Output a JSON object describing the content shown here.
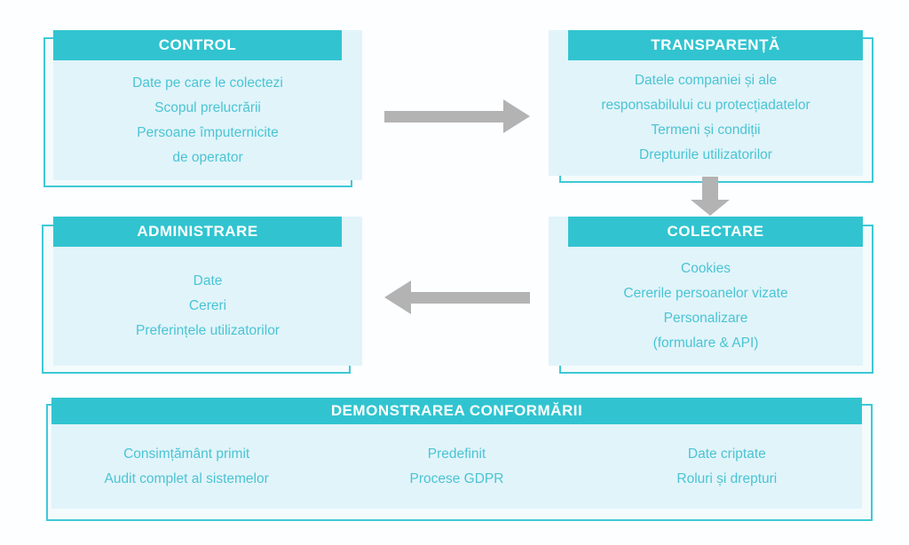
{
  "colors": {
    "teal": "#31c4d0",
    "fill": "#e1f4fa",
    "outline": "#3ec9d6",
    "outline_bg": "#f4fbfd",
    "arrow": "#b3b3b3",
    "text": "#4ac4d3",
    "header_text": "#ffffff",
    "bg": "#fdfeff"
  },
  "boxes": {
    "control": {
      "title": "CONTROL",
      "lines": [
        "Date pe care le colectezi",
        "Scopul prelucrării",
        "Persoane împuternicite",
        "de operator"
      ]
    },
    "transparenta": {
      "title": "TRANSPARENȚĂ",
      "lines": [
        "Datele companiei și ale",
        "responsabilului cu protecțiadatelor",
        "Termeni și condiții",
        "Drepturile utilizatorilor"
      ]
    },
    "administrare": {
      "title": "ADMINISTRARE",
      "lines": [
        "Date",
        "Cereri",
        "Preferințele utilizatorilor"
      ]
    },
    "colectare": {
      "title": "COLECTARE",
      "lines": [
        "Cookies",
        "Cererile persoanelor vizate",
        "Personalizare",
        "(formulare & API)"
      ]
    },
    "demonstrarea": {
      "title": "DEMONSTRAREA CONFORMĂRII",
      "columns": [
        {
          "lines": [
            "Consimțământ primit",
            "Audit complet al sistemelor"
          ]
        },
        {
          "lines": [
            "Predefinit",
            "Procese GDPR"
          ]
        },
        {
          "lines": [
            "Date criptate",
            "Roluri și drepturi"
          ]
        }
      ]
    }
  },
  "arrows": {
    "right": "arrow-right-icon",
    "down": "arrow-down-icon",
    "left": "arrow-left-icon"
  }
}
